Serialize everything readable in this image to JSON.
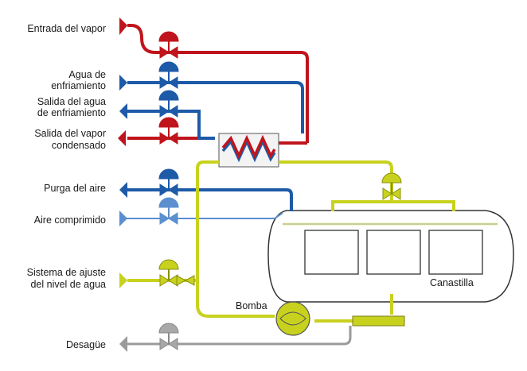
{
  "labels": {
    "steam_inlet": "Entrada del vapor",
    "cooling_water_l1": "Agua de",
    "cooling_water_l2": "enfriamiento",
    "cooling_out_l1": "Salida del agua",
    "cooling_out_l2": "de enfriamiento",
    "condensate_l1": "Salida del vapor",
    "condensate_l2": "condensado",
    "air_purge": "Purga del aire",
    "compressed_air": "Aire comprimido",
    "level_l1": "Sistema de ajuste",
    "level_l2": "del nivel de agua",
    "drain": "Desagüe",
    "pump": "Bomba",
    "basket": "Canastilla"
  },
  "colors": {
    "steam": "#c0141c",
    "water": "#1d5aa8",
    "air_light": "#5b8fcf",
    "level": "#c8d21e",
    "drain": "#9a9a9a",
    "vessel": "#ffffff",
    "vessel_outline": "#333333"
  },
  "icons": [
    "diaphragm-valve-icon",
    "heat-exchanger-icon",
    "pump-icon",
    "arrow-icon"
  ]
}
